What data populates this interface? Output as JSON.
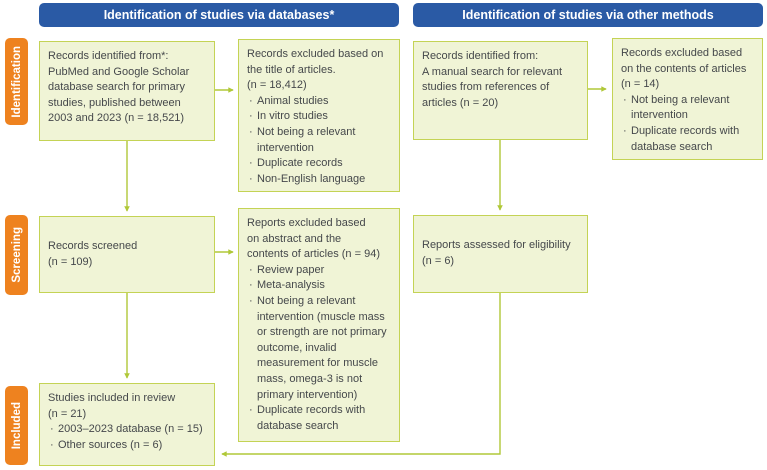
{
  "colors": {
    "header-blue": "#2a5aa5",
    "stage-orange": "#ee821f",
    "box-fill": "#f0f4d6",
    "box-border": "#c4d355",
    "arrow": "#b0c838",
    "text": "#45484b",
    "header-text": "#ffffff"
  },
  "headers": {
    "databases": "Identification of studies via databases*",
    "other_methods": "Identification of studies via other methods"
  },
  "stages": {
    "identification": "Identification",
    "screening": "Screening",
    "included": "Included"
  },
  "boxes": {
    "db_identified": {
      "text": "Records identified from*:\nPubMed and Google Scholar\ndatabase search for primary\nstudies, published between\n2003 and 2023 (n = 18,521)"
    },
    "title_excluded": {
      "text": "Records excluded based on\nthe title of articles.\n(n = 18,412)",
      "bullets": [
        "Animal studies",
        "In vitro studies",
        "Not being a relevant intervention",
        "Duplicate records",
        "Non-English language"
      ]
    },
    "manual_identified": {
      "text": "Records identified from:\nA manual search for relevant\nstudies from references of\narticles (n = 20)"
    },
    "contents_excluded": {
      "text": "Records excluded based\non the contents of articles\n(n = 14)",
      "bullets": [
        "Not being a relevant intervention",
        "Duplicate records with database search"
      ]
    },
    "screened": {
      "text": "Records screened\n(n = 109)"
    },
    "abstract_excluded": {
      "text": "Reports excluded based\non abstract and the\ncontents of articles (n = 94)",
      "bullets": [
        "Review paper",
        "Meta-analysis",
        "Not being a relevant intervention (muscle mass or strength are not primary outcome, invalid measurement for muscle mass, omega-3 is not primary intervention)",
        "Duplicate records with database search"
      ]
    },
    "assessed": {
      "text": "Reports assessed for eligibility\n(n = 6)"
    },
    "included": {
      "text": "Studies included in review\n(n = 21)",
      "bullets": [
        "2003–2023 database (n = 15)",
        "Other sources (n = 6)"
      ]
    }
  }
}
